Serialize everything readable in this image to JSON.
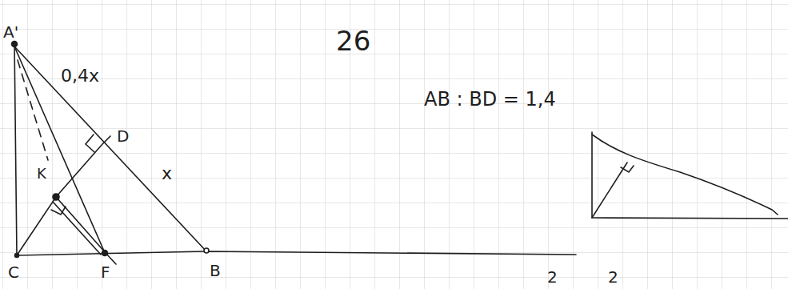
{
  "diagram": {
    "labels": [
      "A'",
      "0,4x",
      "26",
      "AB : BD = 1,4",
      "D",
      "x",
      "K",
      "C",
      "F",
      "B",
      "2",
      "2"
    ]
  }
}
